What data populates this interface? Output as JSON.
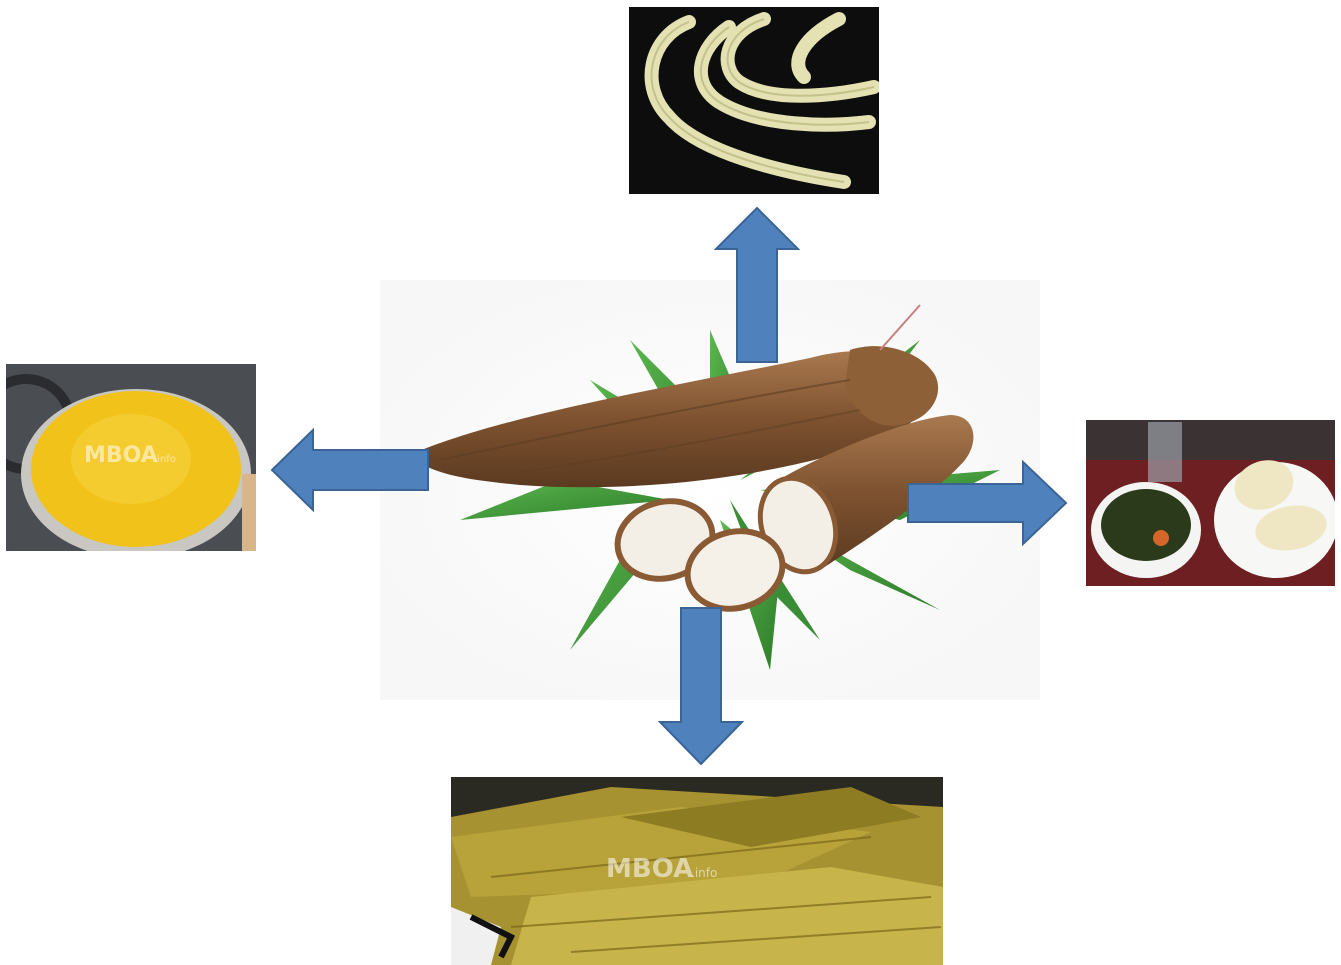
{
  "diagram": {
    "center": {
      "subject": "cassava-root",
      "image": "cassava roots with leaves and cut slices"
    },
    "outputs": [
      {
        "direction": "up",
        "image": "bâtons de manioc (cassava sticks) on black background"
      },
      {
        "direction": "left",
        "image": "yellow garri flour in bucket",
        "watermark": "MBOA",
        "watermark_suffix": ".info"
      },
      {
        "direction": "right",
        "image": "cassava with ndole greens dish"
      },
      {
        "direction": "down",
        "image": "leaf-wrapped cassava bundles",
        "watermark": "MBOA",
        "watermark_suffix": ".info"
      }
    ]
  },
  "colors": {
    "arrow_fill": "#4f81bd",
    "arrow_stroke": "#3a6496",
    "cassava_skin": "#8a5a35",
    "cassava_flesh": "#f4efe6",
    "leaf_green": "#3f9a3a",
    "garri_yellow": "#f0c21a"
  }
}
